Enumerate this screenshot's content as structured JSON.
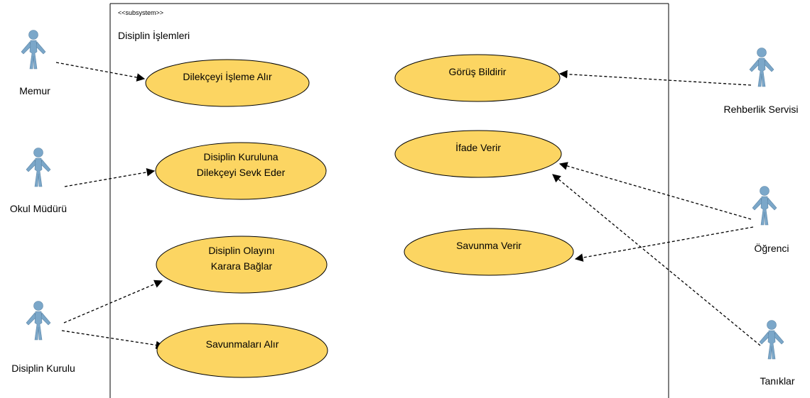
{
  "subsystem": {
    "stereotype": "<<subsystem>>",
    "title": "Disiplin İşlemleri"
  },
  "colors": {
    "usecase_fill": "#FCD562",
    "usecase_stroke": "#000000",
    "actor_fill": "#7BA7C9",
    "actor_stroke": "#5E87A8",
    "line": "#000000"
  },
  "actors": [
    {
      "id": "memur",
      "label": "Memur",
      "icon": "person-actor-icon"
    },
    {
      "id": "okul-muduru",
      "label": "Okul Müdürü",
      "icon": "person-actor-icon"
    },
    {
      "id": "disiplin-kurulu",
      "label": "Disiplin Kurulu",
      "icon": "person-actor-icon"
    },
    {
      "id": "rehberlik-servisi",
      "label": "Rehberlik Servisi",
      "icon": "person-actor-icon"
    },
    {
      "id": "ogrenci",
      "label": "Öğrenci",
      "icon": "person-actor-icon"
    },
    {
      "id": "taniklar",
      "label": "Tanıklar",
      "icon": "person-actor-icon"
    }
  ],
  "use_cases": [
    {
      "id": "dilekceyi-isleme-alir",
      "lines": [
        "Dilekçeyi İşleme Alır"
      ]
    },
    {
      "id": "sevk-eder",
      "lines": [
        "Disiplin Kuruluna",
        "Dilekçeyi Sevk Eder"
      ]
    },
    {
      "id": "karara-baglar",
      "lines": [
        "Disiplin Olayını",
        "Karara Bağlar"
      ]
    },
    {
      "id": "savunmalari-alir",
      "lines": [
        "Savunmaları Alır"
      ]
    },
    {
      "id": "gorus-bildirir",
      "lines": [
        "Görüş Bildirir"
      ]
    },
    {
      "id": "ifade-verir",
      "lines": [
        "İfade Verir"
      ]
    },
    {
      "id": "savunma-verir",
      "lines": [
        "Savunma Verir"
      ]
    }
  ],
  "associations": [
    {
      "from": "memur",
      "to": "dilekceyi-isleme-alir"
    },
    {
      "from": "okul-muduru",
      "to": "sevk-eder"
    },
    {
      "from": "disiplin-kurulu",
      "to": "karara-baglar"
    },
    {
      "from": "disiplin-kurulu",
      "to": "savunmalari-alir"
    },
    {
      "from": "rehberlik-servisi",
      "to": "gorus-bildirir"
    },
    {
      "from": "ogrenci",
      "to": "ifade-verir"
    },
    {
      "from": "ogrenci",
      "to": "savunma-verir"
    },
    {
      "from": "taniklar",
      "to": "ifade-verir"
    }
  ]
}
